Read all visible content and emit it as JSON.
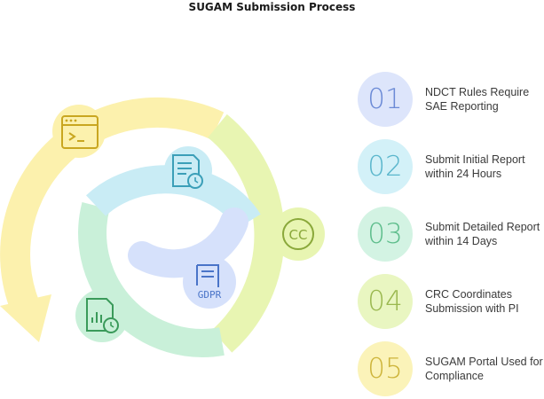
{
  "title": "SUGAM Submission Process",
  "colors": {
    "outer_yellow": "#fcf1ad",
    "outer_green": "#e8f5b2",
    "inner_green": "#c9f0d9",
    "inner_cyan": "#c9ecf5",
    "inner_blue": "#d6e1fb",
    "icon_stroke": "#3a9a5a",
    "blue_icon_stroke": "#4a74c8"
  },
  "steps": [
    {
      "num": "01",
      "label": "NDCT Rules Require SAE Reporting",
      "bg": "#dde5fb",
      "fg": "#6b8ad6"
    },
    {
      "num": "02",
      "label": "Submit Initial Report within 24 Hours",
      "bg": "#d3f1f8",
      "fg": "#5ab6cc"
    },
    {
      "num": "03",
      "label": "Submit Detailed Report within 14 Days",
      "bg": "#d3f3e3",
      "fg": "#5dbd8b"
    },
    {
      "num": "04",
      "label": "CRC Coordinates Submission with PI",
      "bg": "#e9f6c1",
      "fg": "#9ab84f"
    },
    {
      "num": "05",
      "label": "SUGAM Portal Used for Compliance",
      "bg": "#fbf3b9",
      "fg": "#cdb43a"
    }
  ],
  "icons": {
    "cc": "CC",
    "gdpr": "GDPR",
    "terminal": "terminal-window-icon",
    "document_clock": "document-clock-icon",
    "chart_clock": "chart-document-clock-icon",
    "gdpr_doc": "gdpr-document-icon",
    "cc_badge": "cc-badge-icon"
  }
}
